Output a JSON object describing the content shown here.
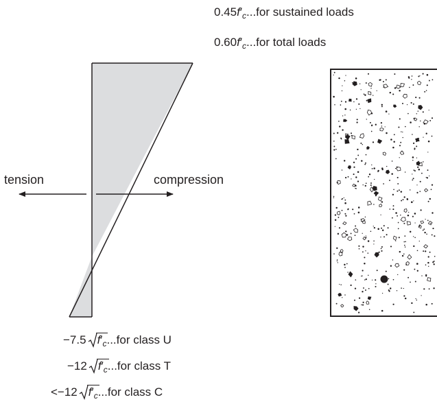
{
  "top_labels": {
    "sustained": {
      "coef": "0.45",
      "var": "f",
      "prime": "′",
      "sub": "c",
      "text": "...for sustained loads"
    },
    "total": {
      "coef": "0.60",
      "var": "f",
      "prime": "′",
      "sub": "c",
      "text": "...for total loads"
    }
  },
  "arrow_labels": {
    "left": "tension",
    "right": "compression"
  },
  "bottom_labels": [
    {
      "prefix": "−7.5",
      "var": "f",
      "prime": "′",
      "sub": "c",
      "text": "...for class U"
    },
    {
      "prefix": "−12",
      "var": "f",
      "prime": "′",
      "sub": "c",
      "text": "...for class T"
    },
    {
      "prefix": "<−12",
      "var": "f",
      "prime": "′",
      "sub": "c",
      "text": "...for class C"
    }
  ],
  "colors": {
    "fill": "#dcdddf",
    "stroke": "#231f20"
  }
}
